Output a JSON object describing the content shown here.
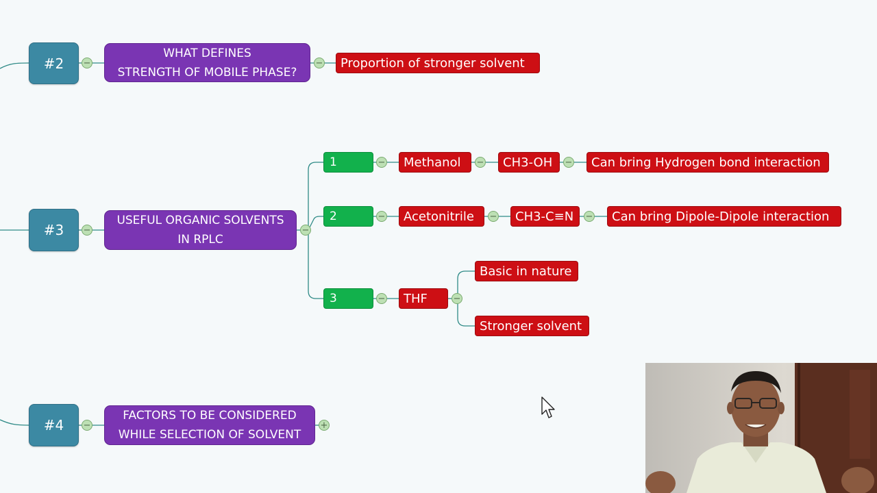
{
  "hubs": [
    {
      "label": "#2"
    },
    {
      "label": "#3"
    },
    {
      "label": "#4"
    }
  ],
  "topics": {
    "strength": {
      "line1": "WHAT DEFINES",
      "line2": "STRENGTH OF MOBILE PHASE?"
    },
    "solvents": {
      "line1": "USEFUL ORGANIC SOLVENTS",
      "line2": "IN RPLC"
    },
    "factors": {
      "line1": "FACTORS TO BE CONSIDERED",
      "line2": "WHILE SELECTION OF SOLVENT"
    }
  },
  "strength_answer": "Proportion of stronger solvent",
  "solvent_rows": [
    {
      "num": "1",
      "name": "Methanol",
      "formula": "CH3-OH",
      "note": "Can bring Hydrogen bond interaction"
    },
    {
      "num": "2",
      "name": "Acetonitrile",
      "formula": "CH3-C≡N",
      "note": "Can bring Dipole-Dipole interaction"
    },
    {
      "num": "3",
      "name": "THF",
      "notes": [
        "Basic in nature",
        "Stronger solvent"
      ]
    }
  ],
  "toggles": {
    "collapse": "−",
    "expand": "+"
  },
  "colors": {
    "hub": "#3c89a3",
    "topic": "#7a35b3",
    "number": "#12b14c",
    "detail": "#cd0f14",
    "connector": "#2e8a86"
  },
  "icons": [
    "mouse-cursor-icon",
    "collapse-icon",
    "expand-icon"
  ],
  "webcam": {
    "present": true
  }
}
